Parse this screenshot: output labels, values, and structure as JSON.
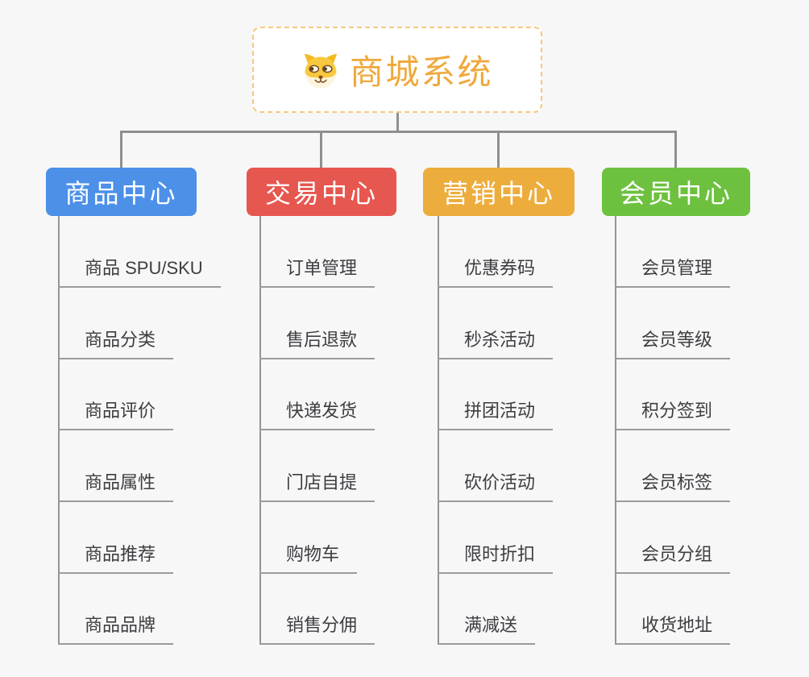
{
  "palette": {
    "background": "#f7f7f7",
    "connector_color": "#8f8f8f",
    "underline_color": "#9b9b9b",
    "leaf_text_color": "#3d3d42"
  },
  "root": {
    "title": "商城系统",
    "icon": "dog-face-icon",
    "text_color": "#efa93c",
    "border_color": "#f7c97f",
    "background": "#ffffff"
  },
  "branches": [
    {
      "label": "商品中心",
      "color": "#4c90e8",
      "children": [
        "商品 SPU/SKU",
        "商品分类",
        "商品评价",
        "商品属性",
        "商品推荐",
        "商品品牌"
      ]
    },
    {
      "label": "交易中心",
      "color": "#e6574f",
      "children": [
        "订单管理",
        "售后退款",
        "快递发货",
        "门店自提",
        "购物车",
        "销售分佣"
      ]
    },
    {
      "label": "营销中心",
      "color": "#edad3d",
      "children": [
        "优惠券码",
        "秒杀活动",
        "拼团活动",
        "砍价活动",
        "限时折扣",
        "满减送"
      ]
    },
    {
      "label": "会员中心",
      "color": "#6dc13f",
      "children": [
        "会员管理",
        "会员等级",
        "积分签到",
        "会员标签",
        "会员分组",
        "收货地址"
      ]
    }
  ]
}
